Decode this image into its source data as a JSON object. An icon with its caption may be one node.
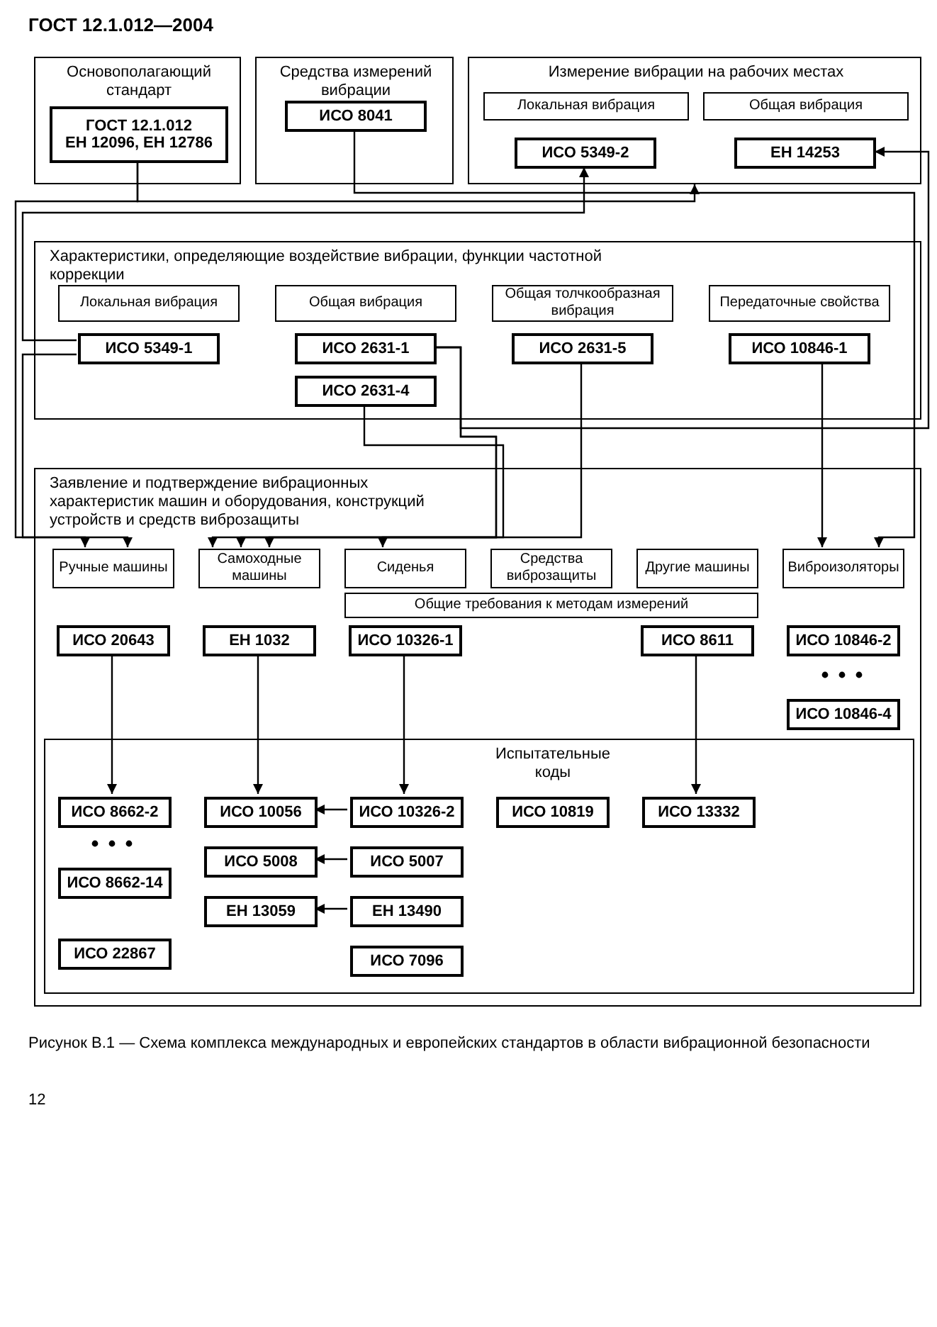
{
  "diagram": {
    "title": "ГОСТ 12.1.012—2004",
    "caption": "Рисунок В.1 — Схема комплекса международных и европейских стандартов в области вибрационной безопасности",
    "nodes": [
      {
        "text": [
          "Основополагающий стандарт"
        ]
      },
      {
        "text": [
          "ГОСТ 12.1.012",
          "ЕН 12096, ЕН 12786"
        ],
        "in": 0
      },
      {
        "text": [
          "Характеристики, определяющие воздействие вибрации, функции частотной коррекции"
        ]
      },
      {
        "text": [
          "Локальная вибрация"
        ],
        "in": 2
      },
      {
        "text": [
          "ИСО 5349-1"
        ],
        "in": 2
      },
      {
        "text": [
          "Общая вибрация"
        ],
        "in": 2
      },
      {
        "text": [
          "ИСО 2631-1"
        ],
        "in": 2
      },
      {
        "text": [
          "ИСО 2631-4"
        ],
        "in": 2
      },
      {
        "text": [
          "Общая толчкообразная вибрация"
        ],
        "in": 2
      },
      {
        "text": [
          "ИСО 2631-5"
        ],
        "in": 2
      },
      {
        "text": [
          "Передаточные свойства"
        ],
        "in": 2
      },
      {
        "text": [
          "ИСО 10846-1"
        ],
        "in": 2
      },
      {
        "text": [
          "Средства измерений вибрации"
        ]
      },
      {
        "text": [
          "ИСО 8041"
        ],
        "in": 12
      },
      {
        "text": [
          "Измерение вибрации на рабочих местах"
        ]
      },
      {
        "text": [
          "Локальная вибрация"
        ],
        "in": 14
      },
      {
        "text": [
          "ИСО 5349-2"
        ],
        "in": 14
      },
      {
        "text": [
          "Общая вибрация"
        ],
        "in": 14
      },
      {
        "text": [
          "ЕН 14253"
        ],
        "in": 14
      },
      {
        "text": [
          "Заявление и подтверждение вибрационных характеристик машин и оборудования, конструкций устройств и средств виброзащиты"
        ]
      },
      {
        "text": [
          "Ручные машины"
        ],
        "in": 19
      },
      {
        "text": [
          "ИСО 20643"
        ],
        "in": 19
      },
      {
        "text": [
          "Самоходные машины"
        ],
        "in": 19
      },
      {
        "text": [
          "ЕН 1032"
        ],
        "in": 19
      },
      {
        "text": [
          "Сиденья"
        ],
        "in": 19
      },
      {
        "text": [
          "ИСО 10326-1"
        ],
        "in": 19
      },
      {
        "text": [
          "Средства виброзащиты"
        ],
        "in": 19
      },
      {
        "text": [
          "Другие машины"
        ],
        "in": 19
      },
      {
        "text": [
          "ИСО 8611"
        ],
        "in": 19
      },
      {
        "text": [
          "Виброизоляторы"
        ],
        "in": 19
      },
      {
        "text": [
          "ИСО 10846-2"
        ],
        "in": 19
      },
      {
        "text": [
          "ИСО 10846-4"
        ],
        "in": 19
      },
      {
        "text": [
          "Общие требования к методам измерений"
        ],
        "in": 19
      },
      {
        "text": [
          "Испытательные коды"
        ],
        "in": 19
      },
      {
        "text": [
          "ИСО 8662-2"
        ],
        "in": 33
      },
      {
        "text": [
          "ИСО 8662-14"
        ],
        "in": 33
      },
      {
        "text": [
          "ИСО 22867"
        ],
        "in": 33
      },
      {
        "text": [
          "ИСО 10056"
        ],
        "in": 33
      },
      {
        "text": [
          "ИСО 5008"
        ],
        "in": 33
      },
      {
        "text": [
          "ЕН 13059"
        ],
        "in": 33
      },
      {
        "text": [
          "ИСО 10326-2"
        ],
        "in": 33
      },
      {
        "text": [
          "ИСО 5007"
        ],
        "in": 33
      },
      {
        "text": [
          "ЕН 13490"
        ],
        "in": 33
      },
      {
        "text": [
          "ИСО 7096"
        ],
        "in": 33
      },
      {
        "text": [
          "ИСО 10819"
        ],
        "in": 33
      },
      {
        "text": [
          "ИСО 13332"
        ],
        "in": 33
      }
    ],
    "edges": [
      {
        "from": 1,
        "to": 14,
        "arrow": "to"
      },
      {
        "from": 1,
        "to": 20,
        "arrow": "to"
      },
      {
        "from": 4,
        "to": 16,
        "arrow": "to"
      },
      {
        "from": 4,
        "to": 20,
        "arrow": "to"
      },
      {
        "from": 6,
        "to": 18,
        "arrow": "to"
      },
      {
        "from": 6,
        "to": 22,
        "arrow": "to"
      },
      {
        "from": 6,
        "to": 24,
        "arrow": "to"
      },
      {
        "from": 9,
        "to": 22,
        "arrow": "to"
      },
      {
        "from": 7,
        "to": 22,
        "arrow": "to"
      },
      {
        "from": 11,
        "to": 29,
        "arrow": "to"
      },
      {
        "from": 13,
        "to": 29,
        "arrow": "to"
      },
      {
        "from": 21,
        "to": 34,
        "arrow": "to"
      },
      {
        "from": 23,
        "to": 37,
        "arrow": "to"
      },
      {
        "from": 25,
        "to": 40,
        "arrow": "to"
      },
      {
        "from": 28,
        "to": 45,
        "arrow": "to"
      },
      {
        "from": 40,
        "to": 37,
        "arrow": "to"
      },
      {
        "from": 41,
        "to": 38,
        "arrow": "to"
      },
      {
        "from": 42,
        "to": 39,
        "arrow": "to"
      }
    ],
    "labels": [
      "12"
    ]
  }
}
